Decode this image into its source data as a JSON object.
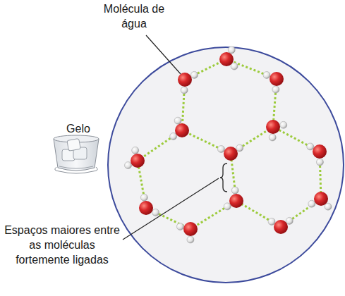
{
  "diagram": {
    "labels": [
      "Molécula de água",
      "Gelo",
      "Espaços maiores entre as moléculas fortemente ligadas"
    ]
  }
}
